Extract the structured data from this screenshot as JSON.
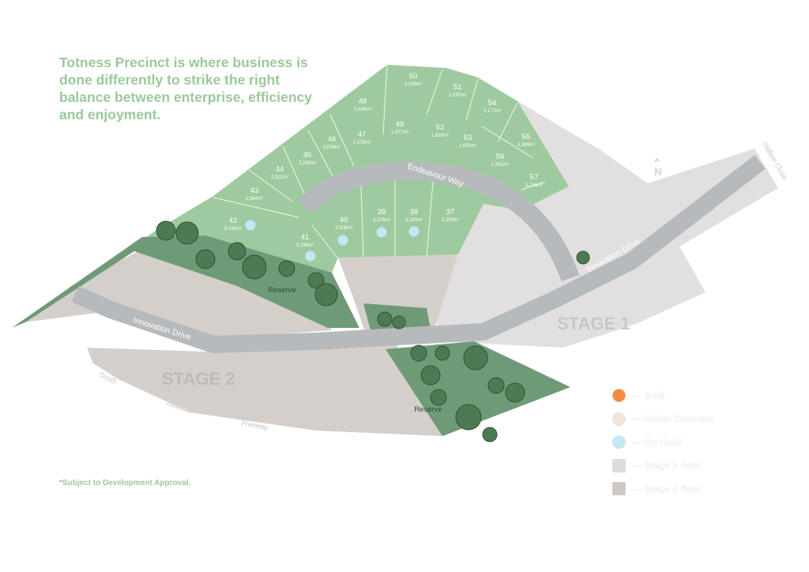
{
  "intro_text": "Totness Precinct is where business is done differently to strike the right balance between enterprise, efficiency and enjoyment.",
  "footnote": "*Subject to Development Approval.",
  "roads": {
    "innovation_drive_left": "Innovation Drive",
    "innovation_drive_right": "Innovation Drive",
    "endeavour_way": "Endeavour Way",
    "street_1": "South",
    "street_2": "Eastern",
    "street_3": "Freeway",
    "street_4": "Hallam Close"
  },
  "stages": {
    "stage1": "STAGE 1",
    "stage2": "STAGE 2"
  },
  "reserves": {
    "left": "Reserve",
    "right": "Reserve"
  },
  "north_label": "N",
  "lots": [
    {
      "num": "50",
      "area": "3,165m²",
      "status": "available"
    },
    {
      "num": "51",
      "area": "2,237m²",
      "status": "available"
    },
    {
      "num": "54",
      "area": "2,177m²",
      "status": "available"
    },
    {
      "num": "48",
      "area": "2,635m²",
      "status": "available"
    },
    {
      "num": "49",
      "area": "1,977m²",
      "status": "available"
    },
    {
      "num": "52",
      "area": "1,920m²",
      "status": "available"
    },
    {
      "num": "53",
      "area": "1,692m²",
      "status": "available"
    },
    {
      "num": "55",
      "area": "2,399m²",
      "status": "available"
    },
    {
      "num": "56",
      "area": "1,391m²",
      "status": "available"
    },
    {
      "num": "57",
      "area": "2,726m²",
      "status": "available"
    },
    {
      "num": "47",
      "area": "1,575m²",
      "status": "available"
    },
    {
      "num": "46",
      "area": "2,056m²",
      "status": "available"
    },
    {
      "num": "45",
      "area": "2,236m²",
      "status": "available"
    },
    {
      "num": "44",
      "area": "2,312m²",
      "status": "available"
    },
    {
      "num": "43",
      "area": "2,944m²",
      "status": "available"
    },
    {
      "num": "42",
      "area": "5,416m²",
      "status": "on-hold"
    },
    {
      "num": "41",
      "area": "3,195m²",
      "status": "on-hold"
    },
    {
      "num": "40",
      "area": "3,306m²",
      "status": "on-hold"
    },
    {
      "num": "39",
      "area": "3,325m²",
      "status": "on-hold"
    },
    {
      "num": "38",
      "area": "3,280m²",
      "status": "on-hold"
    },
    {
      "num": "37",
      "area": "3,293m²",
      "status": "available"
    }
  ],
  "legend": [
    {
      "label": "— Sold",
      "color": "#f58a42",
      "shape": "circle"
    },
    {
      "label": "— Under Contract",
      "color": "#efe5d8",
      "shape": "circle"
    },
    {
      "label": "— On Hold",
      "color": "#c5e6f5",
      "shape": "circle"
    },
    {
      "label": "— Stage 1 Sold",
      "color": "#dedcdd",
      "shape": "square"
    },
    {
      "label": "— Stage 2 Sold",
      "color": "#cfc8c3",
      "shape": "square"
    }
  ],
  "colors": {
    "green_lot": "#9fca9f",
    "reserve": "#6f9a78",
    "road": "#b7babc",
    "stage1": "#e1dfe0",
    "stage2": "#d5cfcb",
    "text_green": "#9cc99a"
  }
}
